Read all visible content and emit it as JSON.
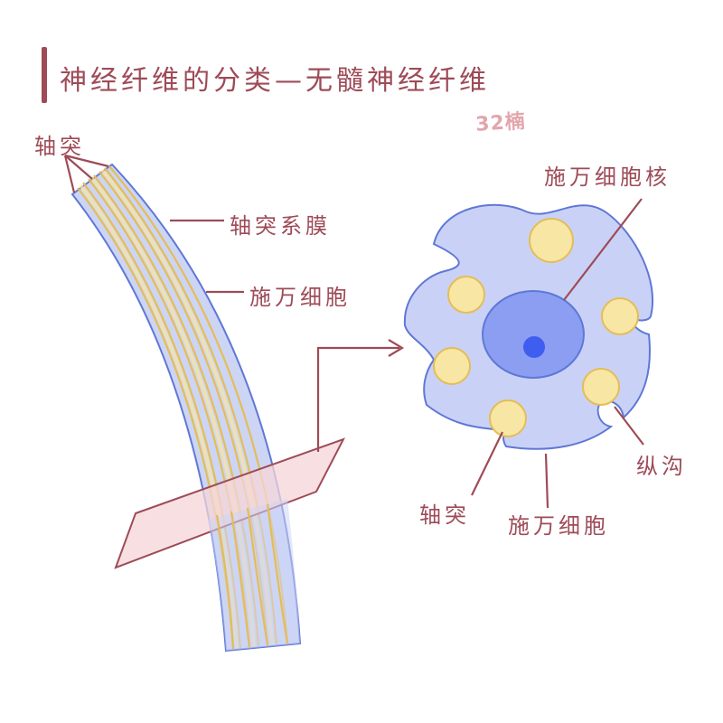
{
  "title": "神经纤维的分类—无髓神经纤维",
  "watermark": "32楠",
  "labels": {
    "axon_top": "轴突",
    "axolemma": "轴突系膜",
    "schwann_left": "施万细胞",
    "schwann_nucleus": "施万细胞核",
    "groove": "纵沟",
    "axon_bottom": "轴突",
    "schwann_bottom": "施万细胞"
  },
  "colors": {
    "accent": "#9e4b57",
    "cell_fill": "#c9d2f6",
    "cell_stroke": "#5f78d6",
    "nucleus_fill": "#8b9ef2",
    "nucleolus": "#3f5ef0",
    "axon_fill": "#f8e6a4",
    "axon_stroke": "#e4bd57",
    "plane_fill": "#f6d6d8"
  }
}
